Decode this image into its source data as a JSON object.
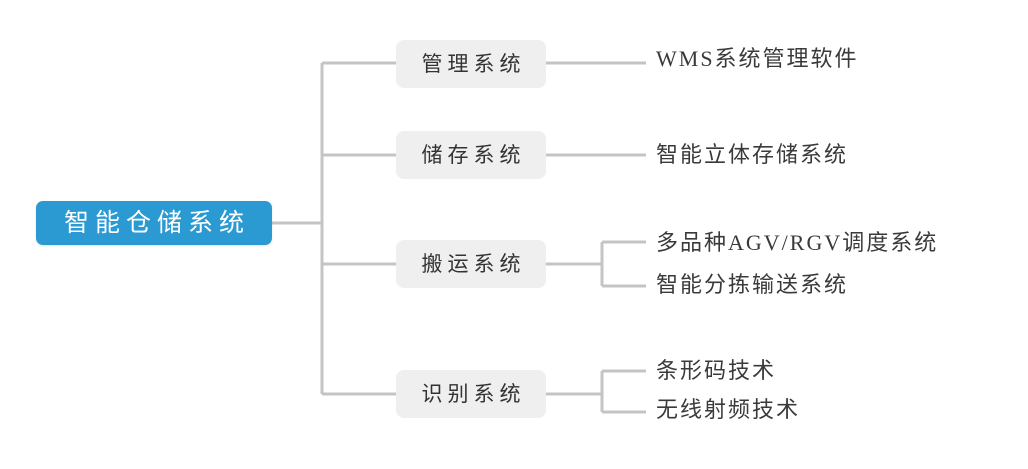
{
  "diagram": {
    "type": "tree-mindmap",
    "orientation": "left-to-right",
    "colors": {
      "root_fill": "#2b9ad3",
      "root_text": "#ffffff",
      "branch_fill": "#efefef",
      "branch_text": "#333333",
      "leaf_text": "#3a3a3a",
      "connector": "#c4c4c4",
      "background": "#ffffff"
    },
    "root": {
      "label": "智能仓储系统"
    },
    "branches": [
      {
        "label": "管理系统",
        "children": [
          {
            "label": "WMS系统管理软件"
          }
        ]
      },
      {
        "label": "储存系统",
        "children": [
          {
            "label": "智能立体存储系统"
          }
        ]
      },
      {
        "label": "搬运系统",
        "children": [
          {
            "label": "多品种AGV/RGV调度系统"
          },
          {
            "label": "智能分拣输送系统"
          }
        ]
      },
      {
        "label": "识别系统",
        "children": [
          {
            "label": "条形码技术"
          },
          {
            "label": "无线射频技术"
          }
        ]
      }
    ]
  }
}
